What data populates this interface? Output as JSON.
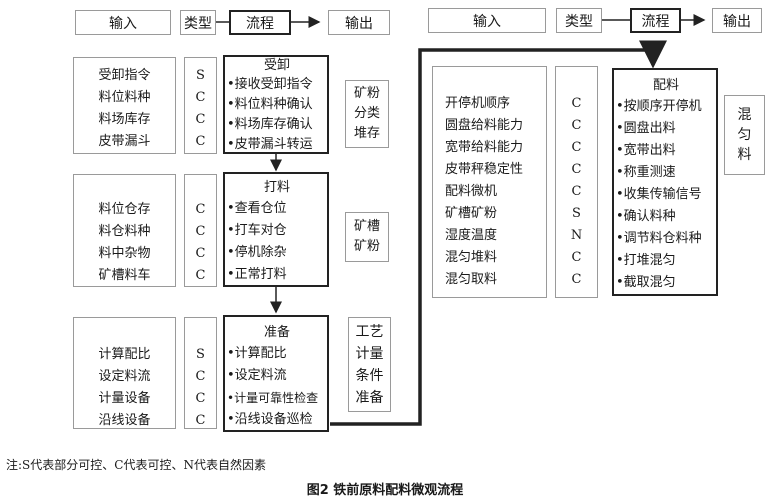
{
  "header_left": {
    "input": "输入",
    "type": "类型",
    "flow": "流程",
    "output": "输出"
  },
  "header_right": {
    "input": "输入",
    "type": "类型",
    "flow": "流程",
    "output": "输出"
  },
  "blocks": [
    {
      "inputs": [
        "受卸指令",
        "料位料种",
        "料场库存",
        "皮带漏斗"
      ],
      "types": [
        "S",
        "C",
        "C",
        "C"
      ],
      "process_title": "受卸",
      "process_items": [
        "•接收受卸指令",
        "•料位料种确认",
        "•料场库存确认",
        "•皮带漏斗转运"
      ],
      "output_lines": [
        "矿粉",
        "分类",
        "堆存"
      ]
    },
    {
      "inputs": [
        "料位仓存",
        "料仓料种",
        "料中杂物",
        "矿槽料车"
      ],
      "types": [
        "C",
        "C",
        "C",
        "C"
      ],
      "process_title": "打料",
      "process_items": [
        "•查看仓位",
        "•打车对仓",
        "•停机除杂",
        "•正常打料"
      ],
      "output_lines": [
        "矿槽",
        "矿粉"
      ]
    },
    {
      "inputs": [
        "计算配比",
        "设定料流",
        "计量设备",
        "沿线设备"
      ],
      "types": [
        "S",
        "C",
        "C",
        "C"
      ],
      "process_title": "准备",
      "process_items": [
        "•计算配比",
        "•设定料流",
        "•计量可靠性检查",
        "•沿线设备巡检"
      ],
      "output_lines": [
        "工艺",
        "计量",
        "条件",
        "准备"
      ]
    }
  ],
  "right_block": {
    "inputs": [
      "开停机顺序",
      "圆盘给料能力",
      "宽带给料能力",
      "皮带秤稳定性",
      "配料微机",
      "矿槽矿粉",
      "湿度温度",
      "混匀堆料",
      "混匀取料"
    ],
    "types": [
      "C",
      "C",
      "C",
      "C",
      "C",
      "S",
      "N",
      "C",
      "C"
    ],
    "process_title": "配料",
    "process_items": [
      "•按顺序开停机",
      "•圆盘出料",
      "•宽带出料",
      "•称重测速",
      "•收集传输信号",
      "•确认料种",
      "•调节料仓料种",
      "•打堆混匀",
      "•截取混匀"
    ],
    "output_lines": [
      "混",
      "匀",
      "料"
    ]
  },
  "note": "注:S代表部分可控、C代表可控、N代表自然因素",
  "caption": "图2    铁前原料配料微观流程"
}
